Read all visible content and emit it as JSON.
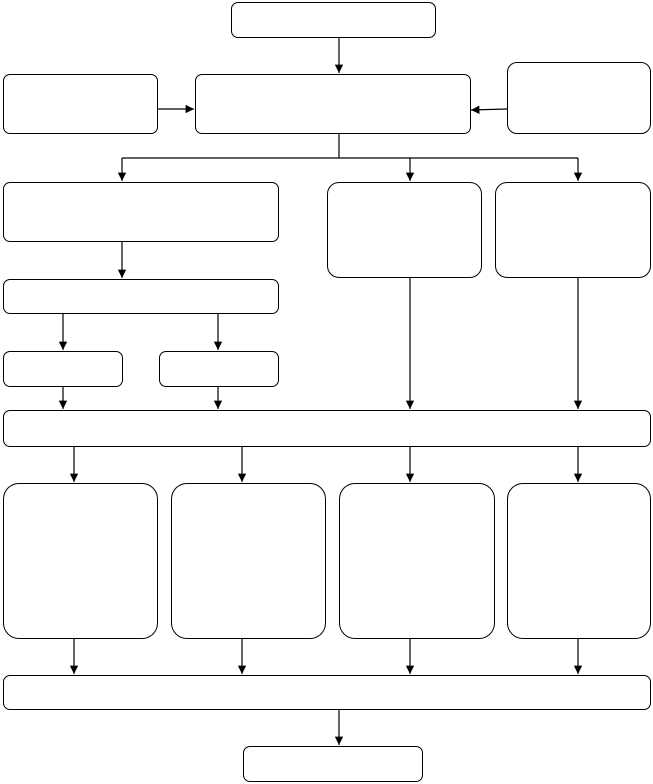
{
  "diagram": {
    "line_color": "#000000",
    "box_fill": "#ffffff",
    "nodes": [
      {
        "id": "n-top",
        "label": ""
      },
      {
        "id": "n-left-input",
        "label": ""
      },
      {
        "id": "n-center",
        "label": ""
      },
      {
        "id": "n-right-input",
        "label": ""
      },
      {
        "id": "n-branch-a",
        "label": ""
      },
      {
        "id": "n-branch-b",
        "label": ""
      },
      {
        "id": "n-branch-c",
        "label": ""
      },
      {
        "id": "n-a-sub",
        "label": ""
      },
      {
        "id": "n-a-sub-left",
        "label": ""
      },
      {
        "id": "n-a-sub-right",
        "label": ""
      },
      {
        "id": "n-merge-bar",
        "label": ""
      },
      {
        "id": "n-col-1",
        "label": ""
      },
      {
        "id": "n-col-2",
        "label": ""
      },
      {
        "id": "n-col-3",
        "label": ""
      },
      {
        "id": "n-col-4",
        "label": ""
      },
      {
        "id": "n-bottom-bar",
        "label": ""
      },
      {
        "id": "n-end",
        "label": ""
      }
    ]
  }
}
